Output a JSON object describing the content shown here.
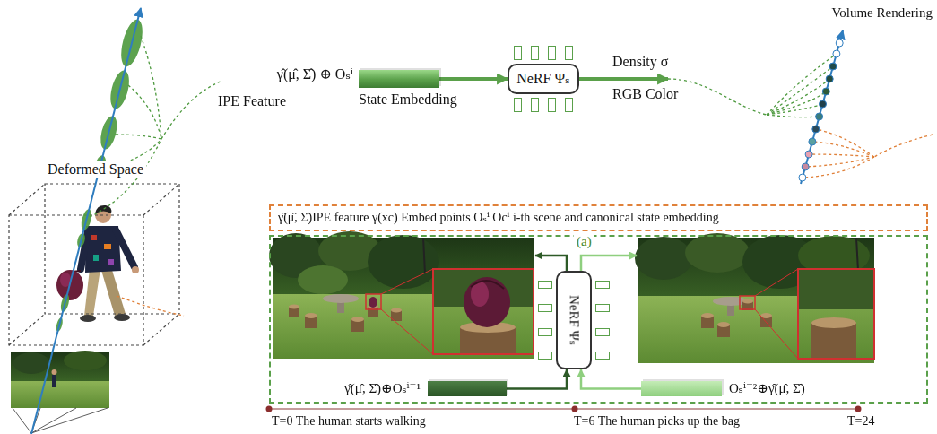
{
  "diagram": {
    "nodes": [
      {
        "text": [
          "Deformed Space"
        ]
      },
      {
        "text": [
          "State Embedding"
        ]
      },
      {
        "text": [
          "NeRF Ψₛ"
        ]
      },
      {
        "text": [
          "γ̂(μ̂, Σ̂)IPE feature γ(xc) Embed points Oₛⁱ Ocⁱ i-th scene and canonical state embedding"
        ]
      },
      {
        "text": [
          "(a)"
        ]
      },
      {
        "text": [
          "NeRF Ψₛ"
        ],
        "in": 4
      },
      {
        "text": [
          "γ̂(μ̂, Σ̂)⊕Oₛⁱ⁼¹"
        ],
        "in": 4
      },
      {
        "text": [
          "Oₛⁱ⁼²⊕γ̂(μ̂, Σ̂)"
        ],
        "in": 4
      }
    ],
    "edges": [
      {
        "from": 1,
        "to": 2,
        "arrow": "to"
      },
      {
        "from": 6,
        "to": 5,
        "arrow": "to"
      },
      {
        "from": 7,
        "to": 5,
        "arrow": "to"
      }
    ],
    "labels": [
      "γ̂(μ̂, Σ̂) ⊕ Oₛⁱ",
      "IPE Feature",
      "Density σ",
      "RGB Color",
      "Volume Rendering",
      "T=0 The human starts walking",
      "T=6 The human picks up the bag",
      "T=24"
    ]
  }
}
